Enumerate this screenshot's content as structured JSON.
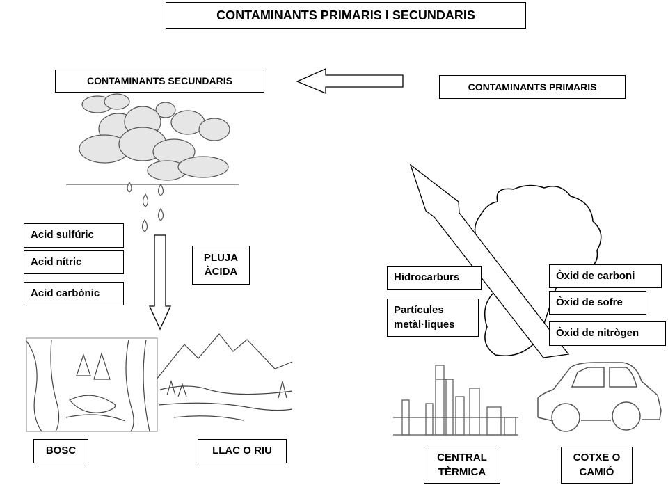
{
  "title": "CONTAMINANTS PRIMARIS I SECUNDARIS",
  "secondary_header": "CONTAMINANTS SECUNDARIS",
  "primary_header": "CONTAMINANTS PRIMARIS",
  "acids": [
    "Acid sulfúric",
    "Acid nítric",
    "Acid carbònic"
  ],
  "acid_rain": "PLUJA\nÀCIDA",
  "destinations": [
    "BOSC",
    "LLAC O RIU"
  ],
  "hydrocarbons": "Hidrocarburs",
  "particles": "Partícules\nmetàl·liques",
  "oxides": [
    "Òxid de carboni",
    "Òxid de sofre",
    "Òxid de nitrògen"
  ],
  "sources": [
    "CENTRAL\nTÈRMICA",
    "COTXE O\nCAMIÓ"
  ]
}
